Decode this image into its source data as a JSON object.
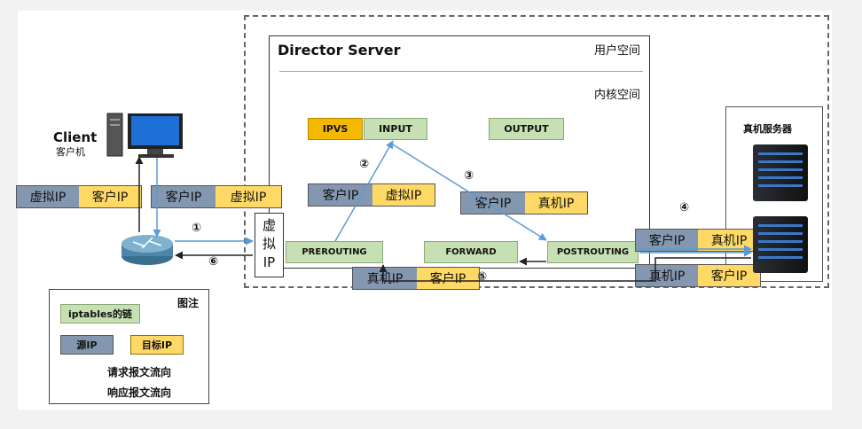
{
  "client": {
    "title": "Client",
    "subtitle": "客户机"
  },
  "director": {
    "title": "Director Server",
    "user_space": "用户空间",
    "kernel_space": "内核空间"
  },
  "real_server": {
    "title": "真机服务器"
  },
  "chains": {
    "ipvs": "IPVS",
    "input": "INPUT",
    "output": "OUTPUT",
    "prerouting": "PREROUTING",
    "forward": "FORWARD",
    "postrouting": "POSTROUTING"
  },
  "vip": {
    "line1": "虚",
    "line2": "拟",
    "line3": "IP"
  },
  "ip_labels": {
    "left_top": {
      "src": "虚拟IP",
      "dst": "客户IP"
    },
    "left_mid": {
      "src": "客户IP",
      "dst": "虚拟IP"
    },
    "step2": {
      "src": "客户IP",
      "dst": "虚拟IP"
    },
    "step3": {
      "src": "客户IP",
      "dst": "真机IP"
    },
    "right_req": {
      "src": "客户IP",
      "dst": "真机IP"
    },
    "right_resp": {
      "src": "真机IP",
      "dst": "客户IP"
    },
    "bottom_resp": {
      "src": "真机IP",
      "dst": "客户IP"
    }
  },
  "steps": {
    "s1": "①",
    "s2": "②",
    "s3": "③",
    "s4": "④",
    "s5": "⑤",
    "s6": "⑥"
  },
  "legend": {
    "title": "图注",
    "chain": "iptables的链",
    "src": "源IP",
    "dst": "目标IP",
    "request": "请求报文流向",
    "response": "响应报文流向"
  },
  "colors": {
    "request": "#5b9bd5",
    "response": "#222222",
    "chain": "#c6e0b4",
    "ipvs": "#f5b800",
    "src": "#8497b0",
    "dst": "#ffd966"
  }
}
